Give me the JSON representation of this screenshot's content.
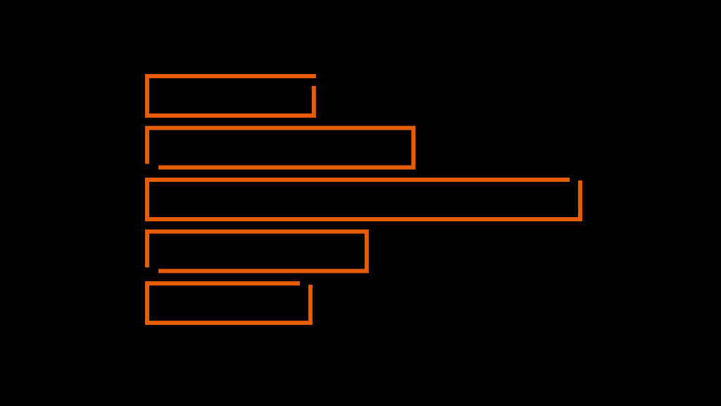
{
  "chart_data": {
    "type": "bar",
    "orientation": "horizontal",
    "style": "outlined",
    "categories": [
      "",
      "",
      "",
      "",
      ""
    ],
    "values": [
      0.385,
      0.615,
      1.0,
      0.507,
      0.377
    ],
    "title": "",
    "xlabel": "",
    "ylabel": "",
    "xlim": [
      0,
      1
    ]
  },
  "colors": {
    "background": "#000000",
    "bar_stroke": "#e65c00"
  }
}
